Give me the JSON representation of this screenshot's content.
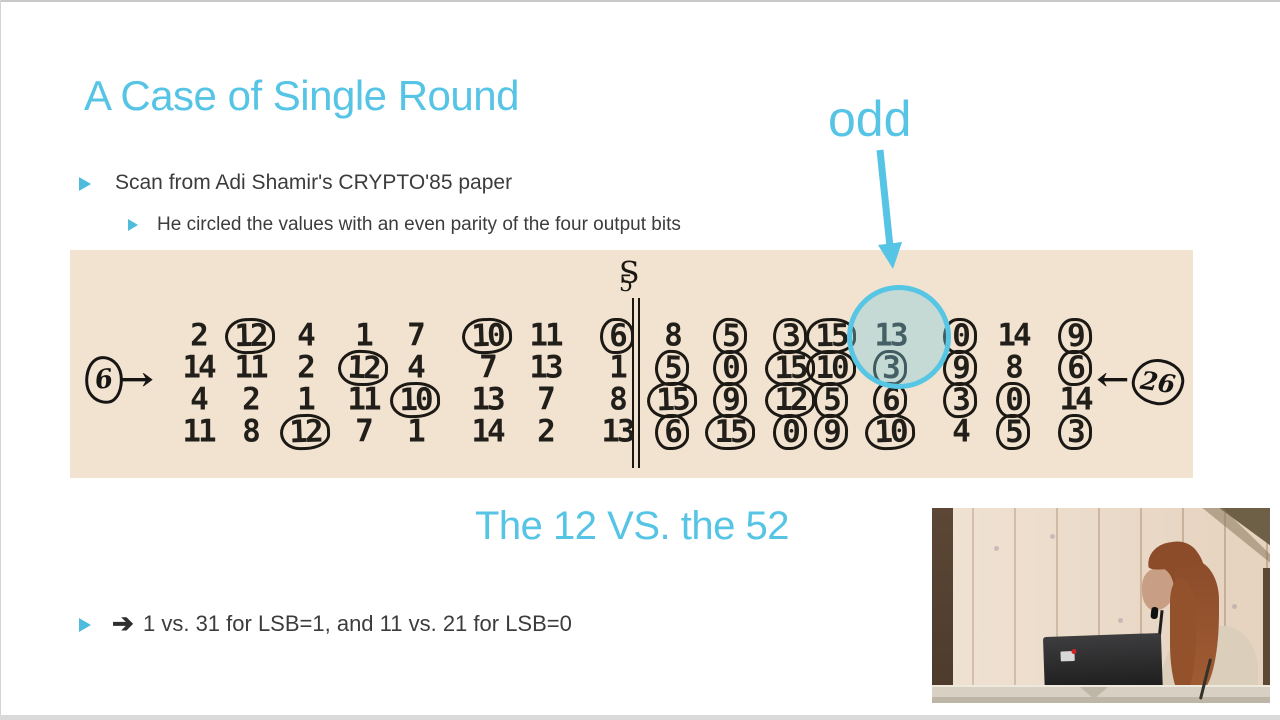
{
  "slide": {
    "title": "A Case of Single Round",
    "bullets": [
      {
        "level": 1,
        "text": "Scan from Adi Shamir's CRYPTO'85 paper"
      },
      {
        "level": 2,
        "text": "He circled the values with an even parity of the four output bits"
      }
    ],
    "odd_label": "odd",
    "caption": "The 12 VS. the 52",
    "bottom_bullet": {
      "arrow": "➔",
      "text": "1 vs. 31 for LSB=1, and 11 vs. 21 for LSB=0"
    }
  },
  "scan": {
    "sbox_label": "S",
    "sbox_subscript": "5",
    "handwritten_left_value": "6",
    "left_arrow": "→",
    "right_arrow": "←",
    "handwritten_right_value": "26",
    "rows": [
      [
        {
          "v": "2"
        },
        {
          "v": "12",
          "c": 1
        },
        {
          "v": "4"
        },
        {
          "v": "1"
        },
        {
          "v": "7"
        },
        {
          "v": "10",
          "c": 1
        },
        {
          "v": "11"
        },
        {
          "v": "6",
          "c": 1
        },
        {
          "v": "8"
        },
        {
          "v": "5",
          "c": 1
        },
        {
          "v": "3",
          "c": 1
        },
        {
          "v": "15",
          "c": 1
        },
        {
          "v": "13"
        },
        {
          "v": "0",
          "c": 1
        },
        {
          "v": "14"
        },
        {
          "v": "9",
          "c": 1
        }
      ],
      [
        {
          "v": "14"
        },
        {
          "v": "11"
        },
        {
          "v": "2"
        },
        {
          "v": "12",
          "c": 1
        },
        {
          "v": "4"
        },
        {
          "v": "7"
        },
        {
          "v": "13"
        },
        {
          "v": "1"
        },
        {
          "v": "5",
          "c": 1
        },
        {
          "v": "0",
          "c": 1
        },
        {
          "v": "15",
          "c": 1
        },
        {
          "v": "10",
          "c": 1
        },
        {
          "v": "3",
          "c": 1
        },
        {
          "v": "9",
          "c": 1
        },
        {
          "v": "8"
        },
        {
          "v": "6",
          "c": 1
        }
      ],
      [
        {
          "v": "4"
        },
        {
          "v": "2"
        },
        {
          "v": "1"
        },
        {
          "v": "11"
        },
        {
          "v": "10",
          "c": 1
        },
        {
          "v": "13"
        },
        {
          "v": "7"
        },
        {
          "v": "8"
        },
        {
          "v": "15",
          "c": 1
        },
        {
          "v": "9",
          "c": 1
        },
        {
          "v": "12",
          "c": 1
        },
        {
          "v": "5",
          "c": 1
        },
        {
          "v": "6",
          "c": 1
        },
        {
          "v": "3",
          "c": 1
        },
        {
          "v": "0",
          "c": 1
        },
        {
          "v": "14"
        }
      ],
      [
        {
          "v": "11"
        },
        {
          "v": "8"
        },
        {
          "v": "12",
          "c": 1
        },
        {
          "v": "7"
        },
        {
          "v": "1"
        },
        {
          "v": "14"
        },
        {
          "v": "2"
        },
        {
          "v": "13"
        },
        {
          "v": "6",
          "c": 1
        },
        {
          "v": "15",
          "c": 1
        },
        {
          "v": "0",
          "c": 1
        },
        {
          "v": "9",
          "c": 1
        },
        {
          "v": "10",
          "c": 1
        },
        {
          "v": "4"
        },
        {
          "v": "5",
          "c": 1
        },
        {
          "v": "3",
          "c": 1
        }
      ]
    ],
    "highlight": {
      "row": 0,
      "col": 12,
      "meaning": "odd"
    }
  },
  "colors": {
    "accent": "#55c4e5",
    "scan_background": "#f1e3d0",
    "highlight_stroke": "#57c6e4"
  }
}
